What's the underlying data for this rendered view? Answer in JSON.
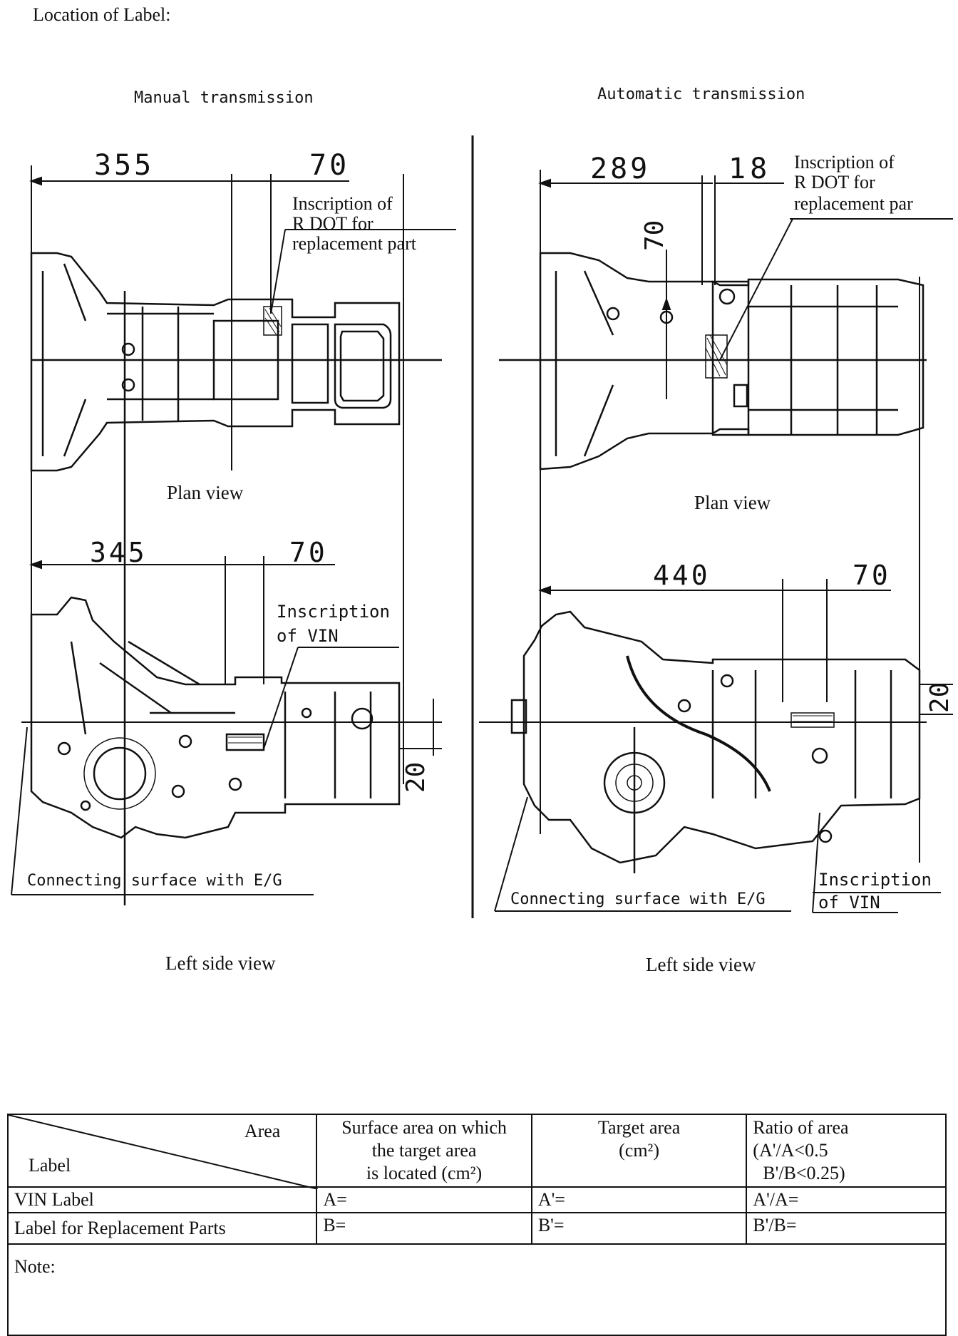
{
  "page": {
    "title": "Location of Label:"
  },
  "manual": {
    "heading": "Manual transmission",
    "plan": {
      "dim_main": "355",
      "dim_offset": "70",
      "callout": [
        "Inscription of",
        "R DOT for",
        "replacement part"
      ],
      "caption": "Plan view"
    },
    "side": {
      "dim_main": "345",
      "dim_offset": "70",
      "dim_vertical": "20",
      "callout": [
        "Inscription",
        "of VIN"
      ],
      "surface": "Connecting surface with E/G",
      "caption": "Left side view"
    }
  },
  "automatic": {
    "heading": "Automatic transmission",
    "plan": {
      "dim_main": "289",
      "dim_offset": "18",
      "dim_vertical": "70",
      "callout": [
        "Inscription of",
        "R DOT for",
        "replacement par"
      ],
      "caption": "Plan view"
    },
    "side": {
      "dim_main": "440",
      "dim_offset": "70",
      "dim_vertical": "20",
      "callout": [
        "Inscription",
        "of VIN"
      ],
      "surface": "Connecting surface with E/G",
      "caption": "Left side view"
    }
  },
  "table": {
    "corner_area": "Area",
    "corner_label": "Label",
    "columns": [
      [
        "Surface area on which",
        "the target area",
        "is located (cm²)"
      ],
      [
        "Target area",
        "(cm²)"
      ],
      [
        "Ratio of area",
        "(A'/A<0.5",
        "B'/B<0.25)"
      ]
    ],
    "rows": [
      {
        "label": "VIN Label",
        "cells": [
          "A=",
          "A'=",
          "A'/A="
        ]
      },
      {
        "label": "Label for Replacement Parts",
        "cells": [
          "B=",
          "B'=",
          "B'/B="
        ]
      }
    ],
    "note": "Note:"
  }
}
